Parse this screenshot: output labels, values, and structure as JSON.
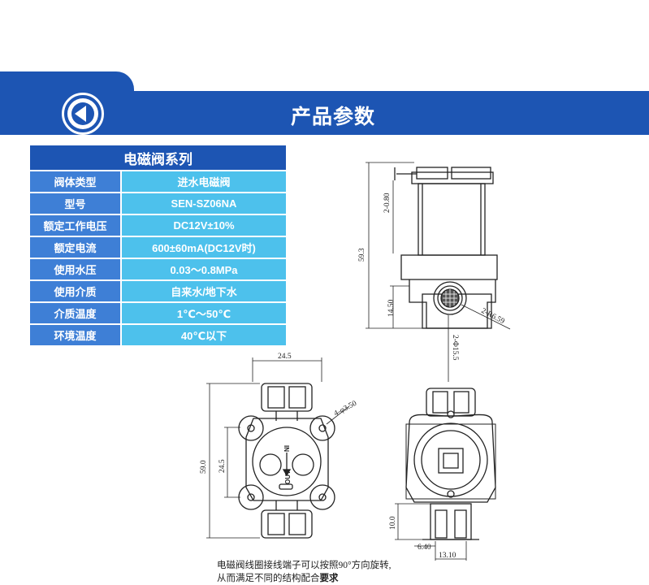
{
  "header": {
    "title": "产品参数",
    "back_icon": "back-arrow-icon",
    "accent_color": "#1d55b3"
  },
  "spec_table": {
    "title": "电磁阀系列",
    "rows": [
      {
        "label": "阀体类型",
        "value": "进水电磁阀"
      },
      {
        "label": "型号",
        "value": "SEN-SZ06NA"
      },
      {
        "label": "额定工作电压",
        "value": "DC12V±10%"
      },
      {
        "label": "额定电流",
        "value": "600±60mA(DC12V时)"
      },
      {
        "label": "使用水压",
        "value": "0.03～0.8MPa"
      },
      {
        "label": "使用介质",
        "value": "自来水/地下水"
      },
      {
        "label": "介质温度",
        "value": "1℃～50℃"
      },
      {
        "label": "环境温度",
        "value": "40℃以下"
      }
    ],
    "label_color": "#3e7fd6",
    "value_color": "#4dc1ec"
  },
  "drawing": {
    "side_view": {
      "dim_terminal": "2-0.80",
      "dim_height": "59.3",
      "dim_base": "14.50",
      "dim_hole": "2-R6.59",
      "dim_diameter": "2-Φ15.5"
    },
    "front_view": {
      "dim_width": "24.5",
      "dim_mount_holes": "4-φ3.50",
      "dim_total_height": "59.0",
      "dim_inner_height": "24.5",
      "label_in": "IN",
      "label_out": "OUT"
    },
    "back_view": {
      "dim_pin_height": "10.0",
      "dim_pin_offset": "6.40",
      "dim_pin_width": "13.10"
    },
    "note_line1": "电磁阀线圈接线端子可以按照90°方向旋转,",
    "note_line2_prefix": "从而满足不同的结构配合",
    "note_line2_bold": "要求"
  }
}
